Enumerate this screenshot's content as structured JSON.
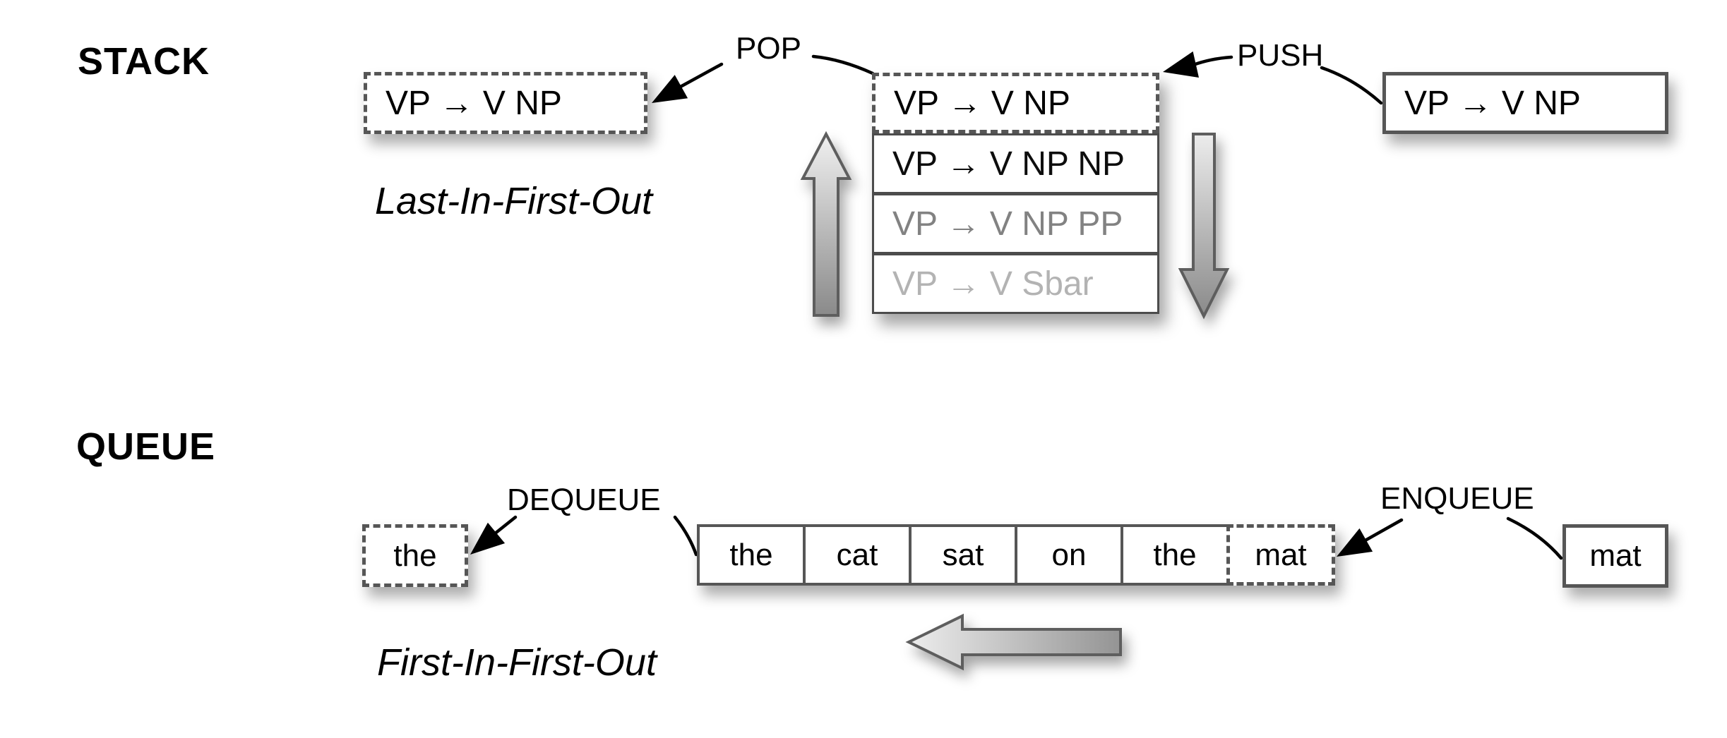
{
  "stack": {
    "title": "STACK",
    "pop_label": "POP",
    "push_label": "PUSH",
    "lifo_label": "Last-In-First-Out",
    "popped_box_label": "VP → V NP",
    "pushed_box_label": "VP → V NP",
    "rows": [
      {
        "label": "VP → V NP",
        "state": "top-dashed",
        "color": "#000000"
      },
      {
        "label": "VP → V NP NP",
        "state": "solid",
        "color": "#0d0d0d"
      },
      {
        "label": "VP → V NP PP",
        "state": "solid",
        "color": "#828282"
      },
      {
        "label": "VP → V Sbar",
        "state": "solid",
        "color": "#b3b3b3"
      }
    ]
  },
  "queue": {
    "title": "QUEUE",
    "dequeue_label": "DEQUEUE",
    "enqueue_label": "ENQUEUE",
    "fifo_label": "First-In-First-Out",
    "dequeued_box_label": "the",
    "enqueued_box_label": "mat",
    "cells": [
      "the",
      "cat",
      "sat",
      "on",
      "the",
      "mat"
    ]
  },
  "colors": {
    "box_border": "#565656",
    "row_border": "#4c4c4c",
    "text_black": "#000000",
    "text_gray": "#828282",
    "text_light_gray": "#b3b3b3",
    "arrow_fill_light": "#f0f0f0",
    "arrow_fill_dark": "#8a8a8a",
    "arrow_stroke": "#5e5e5e",
    "connector": "#000000",
    "background": "#ffffff"
  }
}
